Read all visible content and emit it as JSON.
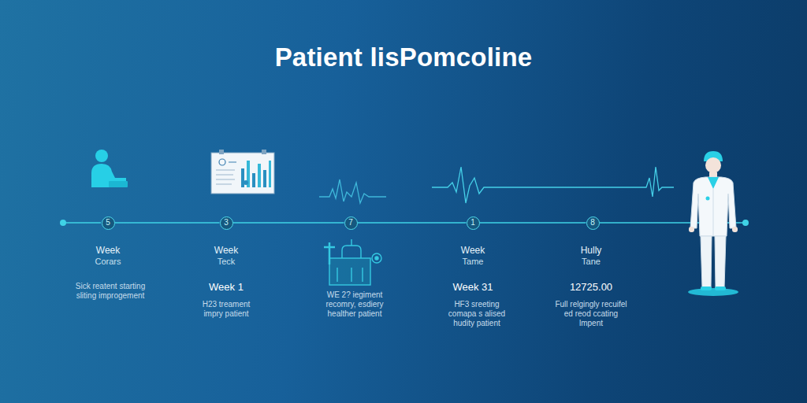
{
  "diagram": {
    "title": "Patient lisPomcoline",
    "nodes": [
      {
        "text": [
          "5"
        ]
      },
      {
        "text": [
          "3"
        ]
      },
      {
        "text": [
          "7"
        ]
      },
      {
        "text": [
          "1"
        ]
      },
      {
        "text": [
          "8"
        ]
      }
    ],
    "edges": [
      {
        "from": 0,
        "to": 1,
        "arrow": "none"
      },
      {
        "from": 1,
        "to": 2,
        "arrow": "none"
      },
      {
        "from": 2,
        "to": 3,
        "arrow": "none"
      },
      {
        "from": 3,
        "to": 4,
        "arrow": "none"
      }
    ],
    "labels": [
      "Week",
      "Corars",
      "Sick reatent starting sliting improgement",
      "Week",
      "Teck",
      "Week 1",
      "H23 treament impry patient",
      "WE 2? iegiment recomry, esdiery healther patient",
      "Week",
      "Tame",
      "Week 31",
      "HF3 sreeting comapa s alised hudity patient",
      "Hully",
      "Tane",
      "12725.00",
      "Full relgingly recuifel ed reod ccating lmpent"
    ]
  }
}
